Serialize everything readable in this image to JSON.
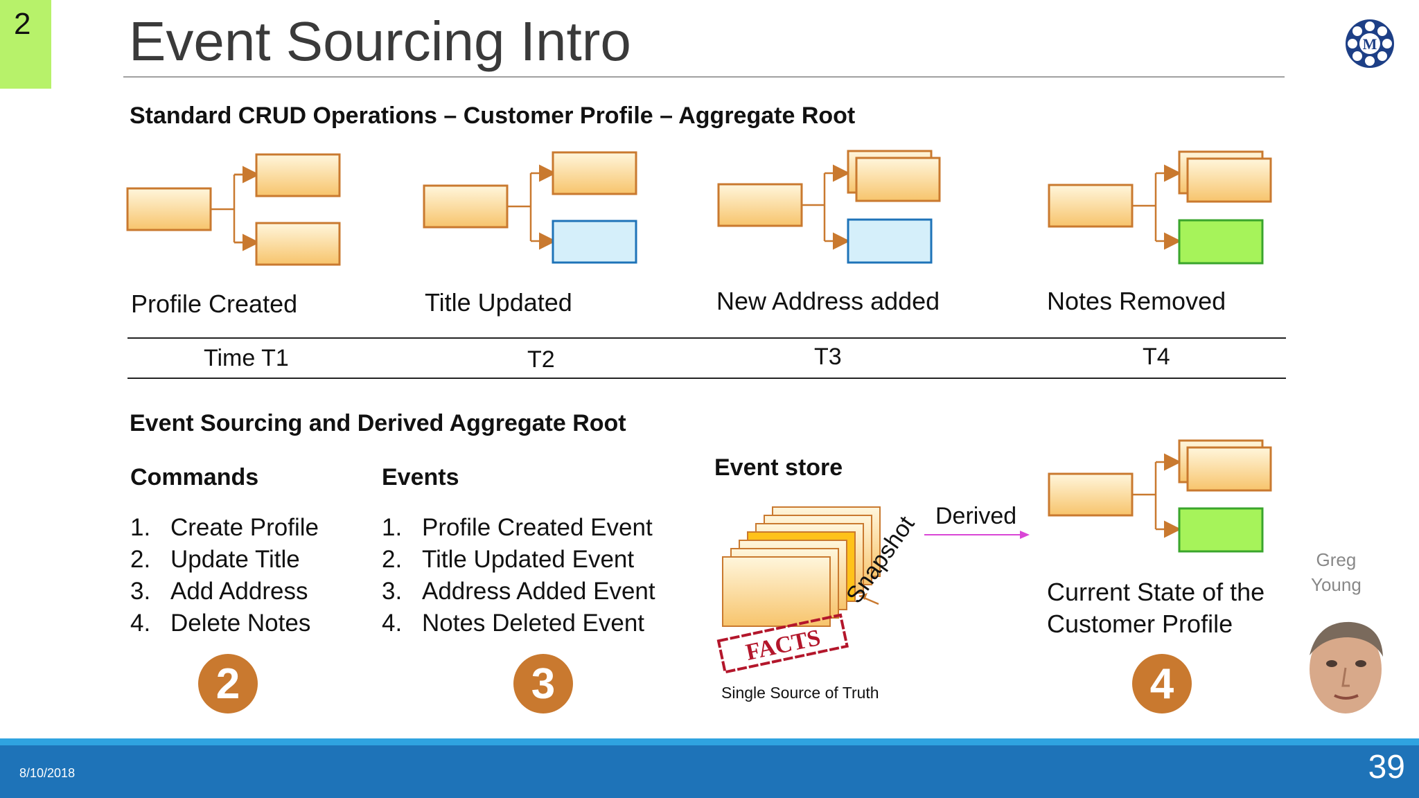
{
  "slide": {
    "corner_number": "2",
    "title": "Event Sourcing Intro",
    "page_number": "39",
    "date": "8/10/2018"
  },
  "crud_section": {
    "heading": "Standard CRUD Operations – Customer Profile – Aggregate Root",
    "stages": [
      {
        "label": "Profile Created",
        "time": "Time T1"
      },
      {
        "label": "Title Updated",
        "time": "T2"
      },
      {
        "label": "New Address added",
        "time": "T3"
      },
      {
        "label": "Notes Removed",
        "time": "T4"
      }
    ]
  },
  "es_section": {
    "heading": "Event Sourcing and Derived Aggregate Root",
    "commands": {
      "heading": "Commands",
      "items": [
        "Create Profile",
        "Update Title",
        "Add Address",
        "Delete Notes"
      ],
      "badge": "2"
    },
    "events": {
      "heading": "Events",
      "items": [
        "Profile Created Event",
        "Title Updated Event",
        "Address Added Event",
        "Notes Deleted Event"
      ],
      "badge": "3"
    },
    "event_store": {
      "heading": "Event store",
      "stamp": "FACTS",
      "snapshot": "Snapshot",
      "caption": "Single Source of Truth"
    },
    "derived_label": "Derived",
    "current_state": {
      "line1": "Current State of the",
      "line2": "Customer Profile",
      "badge": "4"
    }
  },
  "numbers": [
    "1.",
    "2.",
    "3.",
    "4."
  ],
  "speaker": {
    "first": "Greg",
    "last": "Young"
  },
  "colors": {
    "box_fill_top": "#fff4d6",
    "box_fill_bottom": "#f8c873",
    "box_stroke": "#c9792f",
    "blue_box": "#d5effa",
    "blue_stroke": "#1e73b8",
    "green_box": "#a6f35a",
    "green_stroke": "#3aa52c",
    "badge": "#c9792f",
    "footer": "#1e73b8",
    "corner": "#b7f26a",
    "derived_arrow": "#d946d6"
  }
}
